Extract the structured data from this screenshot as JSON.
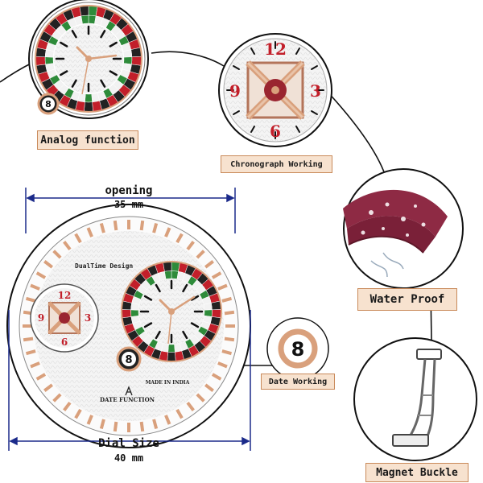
{
  "labels": {
    "analog": "Analog function",
    "chrono": "Chronograph Working",
    "water": "Water Proof",
    "date": "Date Working",
    "magnet": "Magnet Buckle"
  },
  "dimensions": {
    "opening_title": "opening",
    "opening_value": "35 mm",
    "dial_title": "Dial Size",
    "dial_value": "40 mm"
  },
  "dial": {
    "brand": "DualTime Design",
    "date_function": "DATE FUNCTION",
    "made_in": "MADE IN INDIA",
    "date_number": "8",
    "chrono_numerals": [
      "12",
      "3",
      "6",
      "9"
    ]
  },
  "colors": {
    "rose_gold": "#d9a07c",
    "roulette_red": "#c21f2a",
    "roulette_green": "#2e8b3a",
    "strap": "#8e2a44",
    "label_fill": "#f7e2cf"
  }
}
